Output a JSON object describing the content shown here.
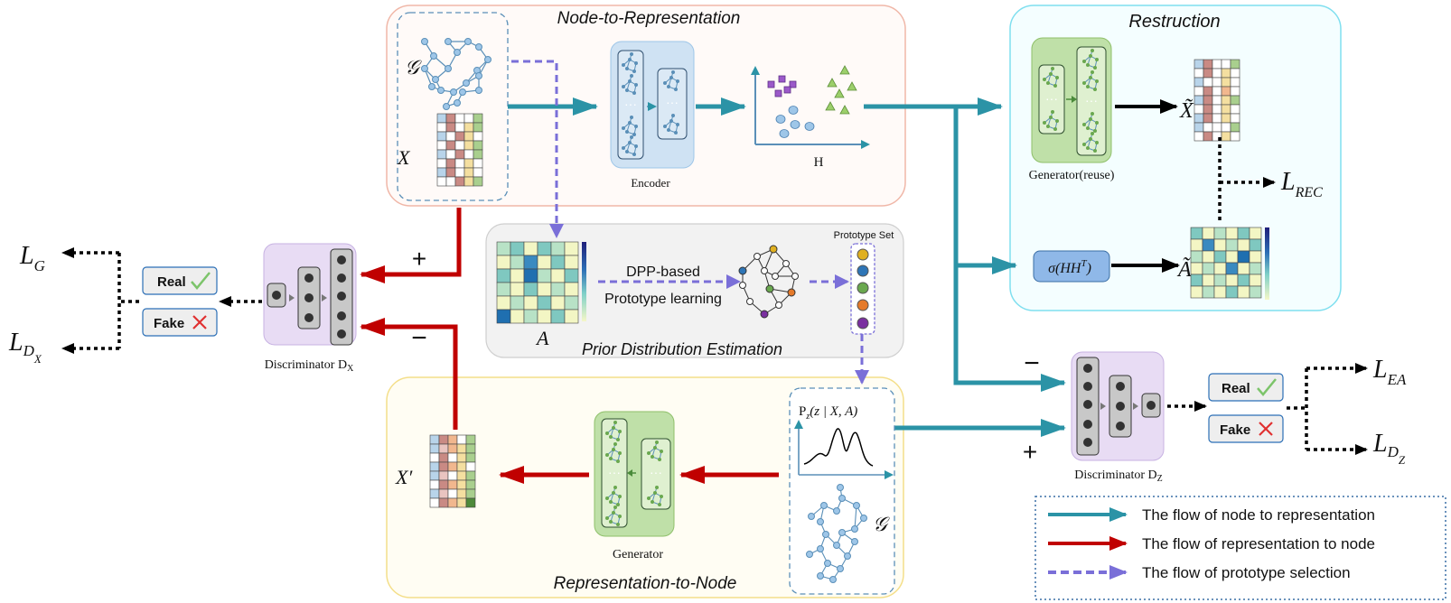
{
  "panels": {
    "node_to_rep": "Node-to-Representation",
    "restruction": "Restruction",
    "prior": "Prior Distribution Estimation",
    "rep_to_node": "Representation-to-Node"
  },
  "labels": {
    "graph_g": "𝒢",
    "feature_x": "X",
    "encoder": "Encoder",
    "h": "H",
    "generator_reuse": "Generator(reuse)",
    "x_tilde": "X̃",
    "a_tilde": "Ã",
    "sigma": "σ(HH",
    "sigma_sup": "T",
    "sigma_close": ")",
    "l_rec": "L",
    "l_rec_sub": "REC",
    "adj_a": "A",
    "dpp_line1": "DPP-based",
    "dpp_line2": "Prototype learning",
    "prototype_set": "Prototype Set",
    "pz": "P",
    "pz_sub": "z",
    "pz_rest": "(z | X, A)",
    "graph_g2": "𝒢",
    "generator": "Generator",
    "x_prime": "X′",
    "discriminator_x": "Discriminator  D",
    "discriminator_x_sub": "X",
    "discriminator_z": "Discriminator  D",
    "discriminator_z_sub": "Z",
    "real": "Real",
    "fake": "Fake",
    "real2": "Real",
    "fake2": "Fake",
    "plus": "+",
    "minus": "−",
    "l_g": "L",
    "l_g_sub": "G",
    "l_dx": "L",
    "l_dx_sub1": "D",
    "l_dx_sub2": "X",
    "l_ea": "L",
    "l_ea_sub": "EA",
    "l_dz": "L",
    "l_dz_sub1": "D",
    "l_dz_sub2": "Z"
  },
  "legend": [
    {
      "label": "The flow of node to representation",
      "color": "#2b93a6",
      "style": "solid"
    },
    {
      "label": "The flow of representation to node",
      "color": "#c00000",
      "style": "solid"
    },
    {
      "label": "The flow of prototype selection",
      "color": "#7a6fd8",
      "style": "dashed"
    }
  ],
  "colors": {
    "teal": "#2b93a6",
    "red": "#c00000",
    "purple": "#7a6fd8",
    "node_blue": "#9ec6e8",
    "generator_green": "#bfe0a8",
    "discriminator_purple": "#e8dcf4"
  }
}
